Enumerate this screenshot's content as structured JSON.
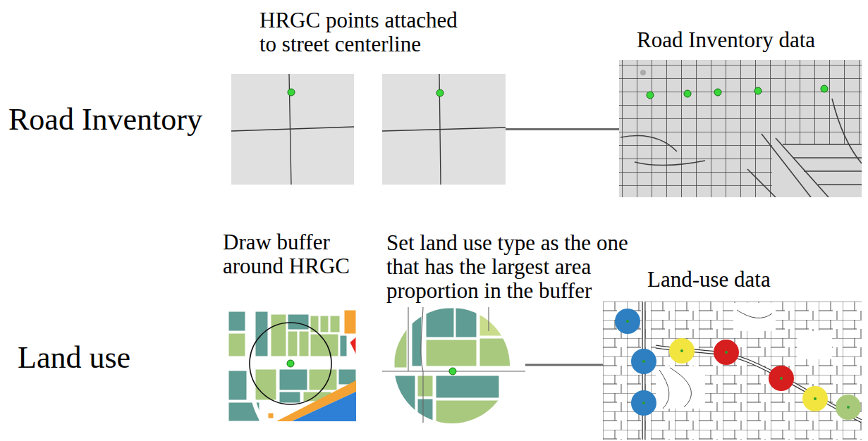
{
  "diagram": {
    "nodes": [
      {
        "text": [
          "HRGC points attached to street centerline"
        ]
      },
      {
        "text": [
          "Road Inventory data"
        ]
      },
      {
        "text": [
          "Draw buffer around HRGC"
        ]
      },
      {
        "text": [
          "Set land use type as the one that has the largest area proportion in the buffer"
        ]
      },
      {
        "text": [
          "Land-use data"
        ]
      }
    ],
    "edges": [
      {
        "from": 0,
        "to": 1,
        "arrow": "none"
      },
      {
        "from": 3,
        "to": 4,
        "arrow": "none"
      }
    ],
    "labels": [
      "Road Inventory",
      "Land use"
    ]
  }
}
